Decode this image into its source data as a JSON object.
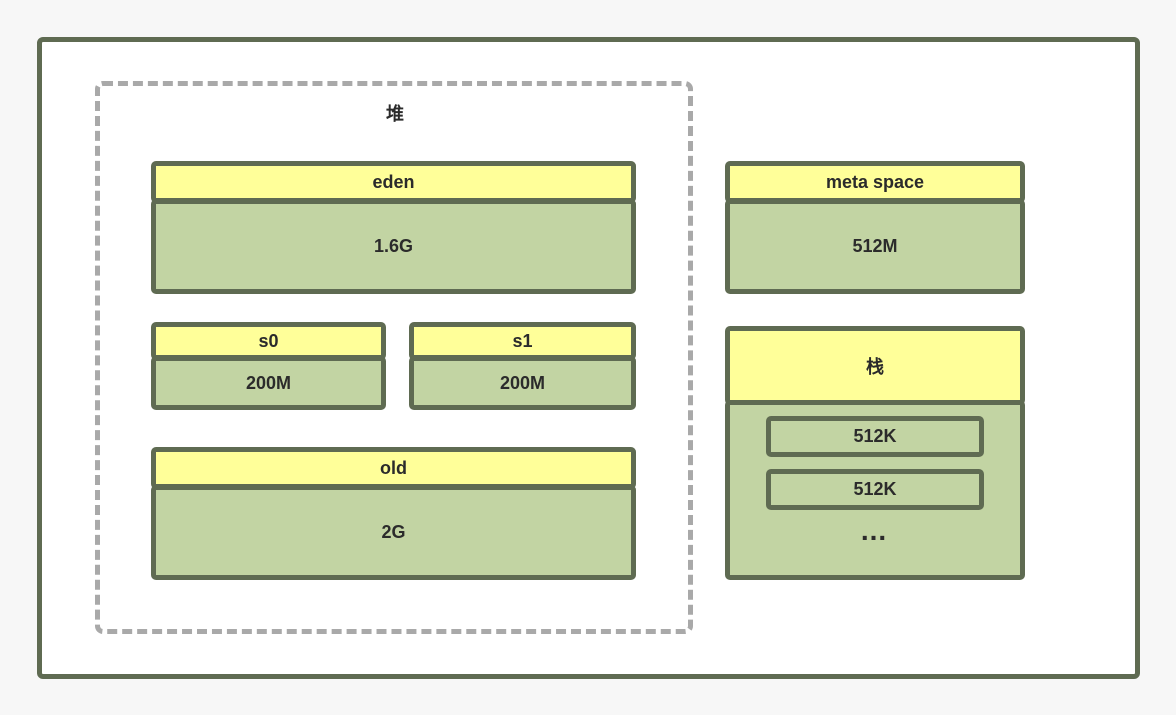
{
  "heap": {
    "title": "堆",
    "eden": {
      "label": "eden",
      "size": "1.6G"
    },
    "s0": {
      "label": "s0",
      "size": "200M"
    },
    "s1": {
      "label": "s1",
      "size": "200M"
    },
    "old": {
      "label": "old",
      "size": "2G"
    }
  },
  "metaspace": {
    "label": "meta space",
    "size": "512M"
  },
  "stack": {
    "label": "栈",
    "frames": [
      "512K",
      "512K"
    ],
    "more": "..."
  },
  "colors": {
    "border": "#5f6b52",
    "header_fill": "#ffff99",
    "body_fill": "#c2d4a3",
    "heap_dash": "#a9a9a9"
  }
}
